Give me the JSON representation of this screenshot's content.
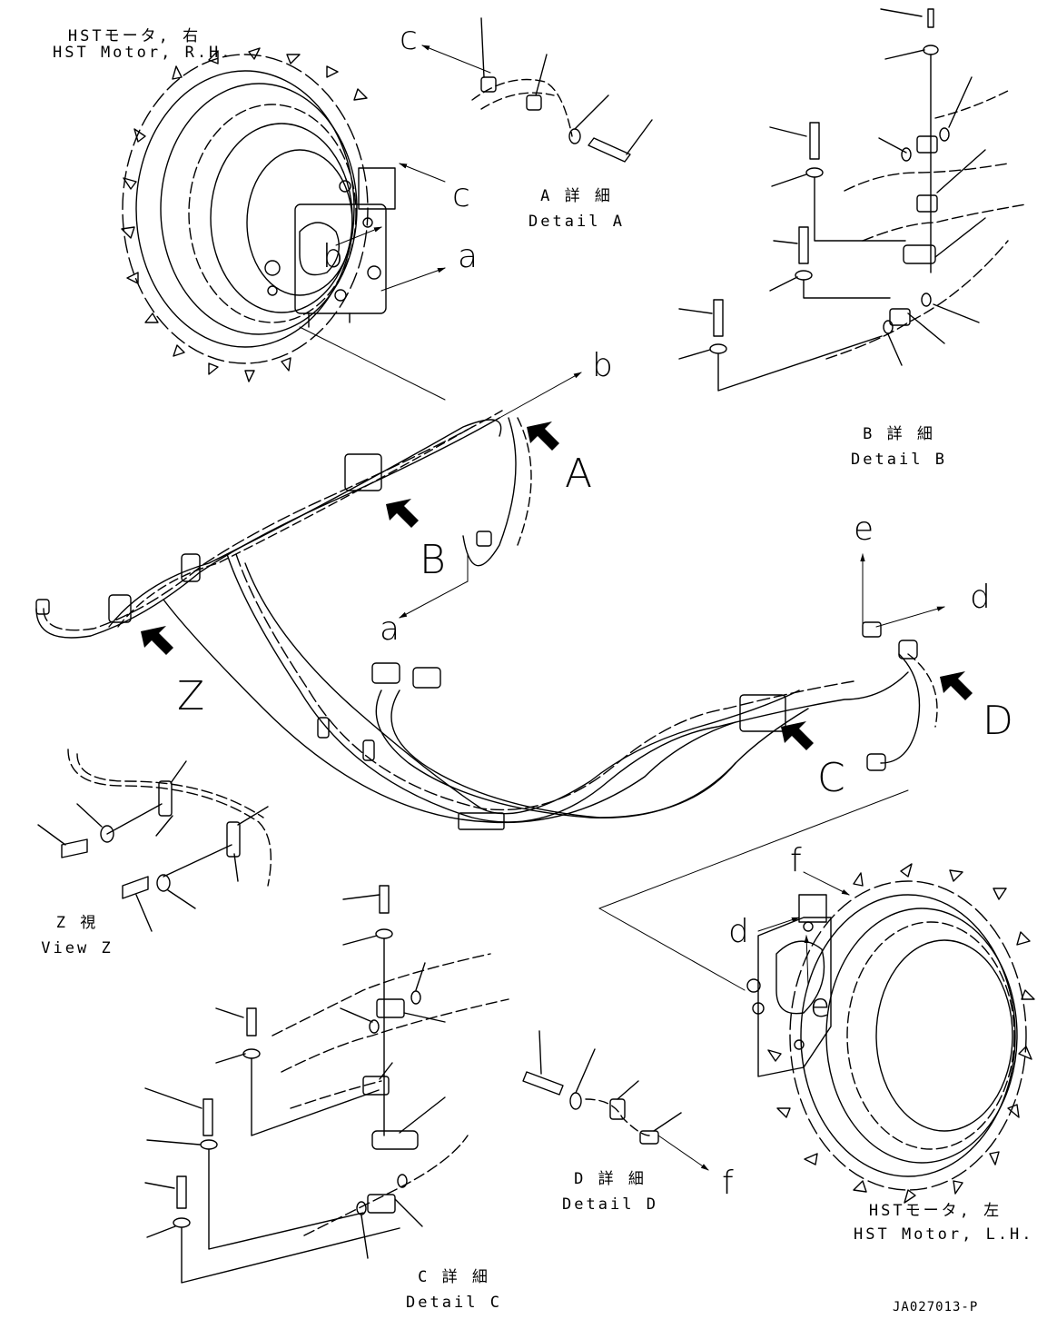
{
  "captions": {
    "motor_rh_jp": "HSTモータ, 右",
    "motor_rh_en": "HST Motor, R.H.",
    "motor_lh_jp": "HSTモータ, 左",
    "motor_lh_en": "HST Motor, L.H.",
    "detail_a_jp": "A 詳 細",
    "detail_a_en": "Detail A",
    "detail_b_jp": "B 詳 細",
    "detail_b_en": "Detail B",
    "detail_c_jp": "C 詳 細",
    "detail_c_en": "Detail C",
    "detail_d_jp": "D 詳 細",
    "detail_d_en": "Detail D",
    "view_z_jp": "Z 視",
    "view_z_en": "View Z"
  },
  "view_labels": {
    "A": "A",
    "B": "B",
    "C": "C",
    "D": "D",
    "Z": "Z"
  },
  "ref_letters": {
    "a": "a",
    "b": "b",
    "c": "c",
    "d": "d",
    "e": "e",
    "f": "f"
  },
  "drawing_code": "JA027013-P"
}
